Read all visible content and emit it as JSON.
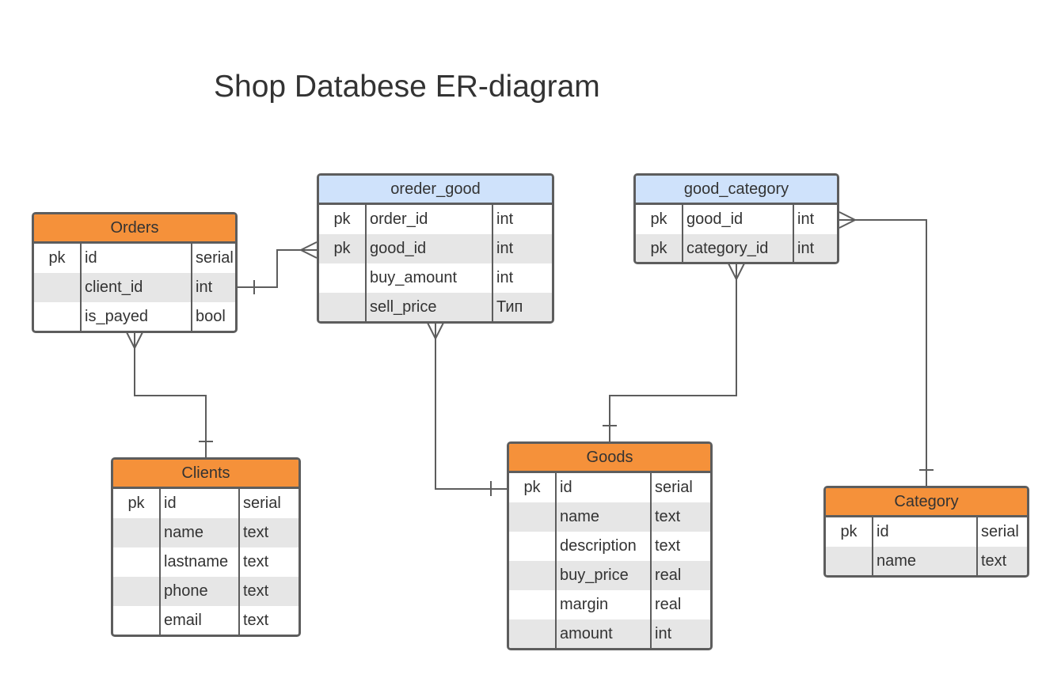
{
  "title": "Shop Databese ER-diagram",
  "colors": {
    "entity_header": "#f5913a",
    "junction_header": "#cfe2fb",
    "border": "#5d5d5d",
    "alt_row": "#e6e6e6"
  },
  "tables": {
    "orders": {
      "name": "Orders",
      "rows": [
        {
          "key": "pk",
          "field": "id",
          "type": "serial"
        },
        {
          "key": "",
          "field": "client_id",
          "type": "int"
        },
        {
          "key": "",
          "field": "is_payed",
          "type": "bool"
        }
      ]
    },
    "order_good": {
      "name": "oreder_good",
      "rows": [
        {
          "key": "pk",
          "field": "order_id",
          "type": "int"
        },
        {
          "key": "pk",
          "field": "good_id",
          "type": "int"
        },
        {
          "key": "",
          "field": "buy_amount",
          "type": "int"
        },
        {
          "key": "",
          "field": "sell_price",
          "type": "Тип"
        }
      ]
    },
    "good_category": {
      "name": "good_category",
      "rows": [
        {
          "key": "pk",
          "field": "good_id",
          "type": "int"
        },
        {
          "key": "pk",
          "field": "category_id",
          "type": "int"
        }
      ]
    },
    "clients": {
      "name": "Clients",
      "rows": [
        {
          "key": "pk",
          "field": "id",
          "type": "serial"
        },
        {
          "key": "",
          "field": "name",
          "type": "text"
        },
        {
          "key": "",
          "field": "lastname",
          "type": "text"
        },
        {
          "key": "",
          "field": "phone",
          "type": "text"
        },
        {
          "key": "",
          "field": "email",
          "type": "text"
        }
      ]
    },
    "goods": {
      "name": "Goods",
      "rows": [
        {
          "key": "pk",
          "field": "id",
          "type": "serial"
        },
        {
          "key": "",
          "field": "name",
          "type": "text"
        },
        {
          "key": "",
          "field": "description",
          "type": "text"
        },
        {
          "key": "",
          "field": "buy_price",
          "type": "real"
        },
        {
          "key": "",
          "field": "margin",
          "type": "real"
        },
        {
          "key": "",
          "field": "amount",
          "type": "int"
        }
      ]
    },
    "category": {
      "name": "Category",
      "rows": [
        {
          "key": "pk",
          "field": "id",
          "type": "serial"
        },
        {
          "key": "",
          "field": "name",
          "type": "text"
        }
      ]
    }
  }
}
